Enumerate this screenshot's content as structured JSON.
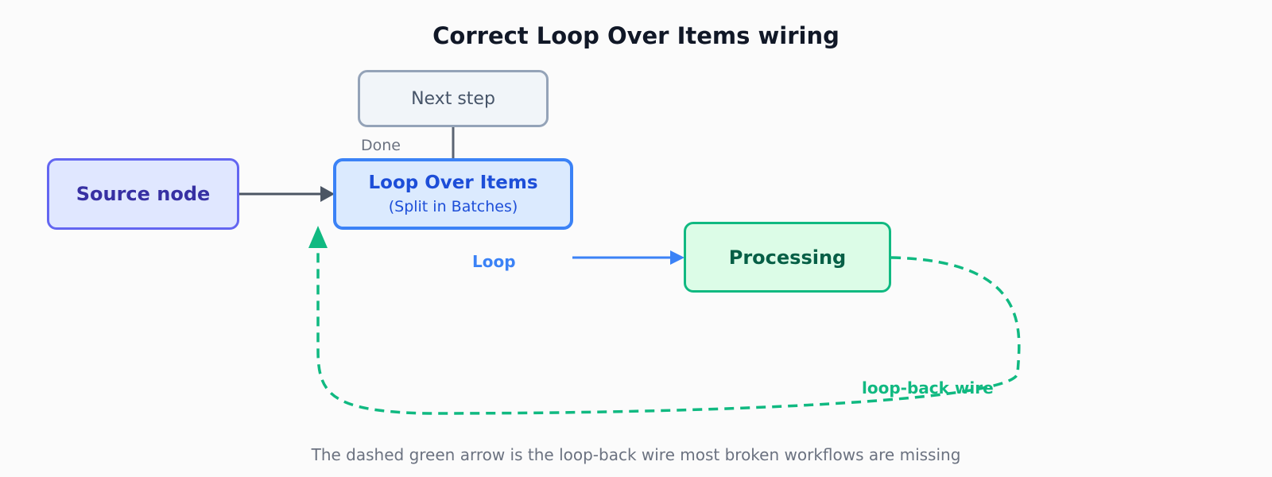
{
  "title": "Correct Loop Over Items wiring",
  "nodes": {
    "next_step": "Next step",
    "source": "Source node",
    "loop_main": "Loop Over Items",
    "loop_sub": "(Split in Batches)",
    "processing": "Processing"
  },
  "edge_labels": {
    "done": "Done",
    "loop": "Loop",
    "loop_back": "loop-back wire"
  },
  "caption": "The dashed green arrow is the loop-back wire most broken workflows are missing",
  "colors": {
    "source": "#6366f1",
    "loop_node": "#3b82f6",
    "processing": "#10b981",
    "next_step": "#94a3b8",
    "wire": "#4b5563"
  }
}
